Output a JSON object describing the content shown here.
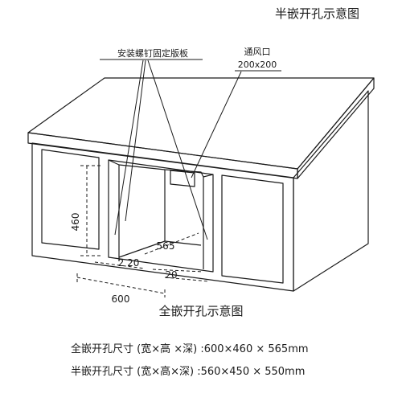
{
  "diagram": {
    "title_half": "半嵌开孔示意图",
    "title_full": "全嵌开孔示意图",
    "callout_board": "安装螺钉固定版板",
    "callout_vent_label": "通风口",
    "callout_vent_size": "200x200",
    "dim_height": "460",
    "dim_depth": "565",
    "dim_width": "600",
    "dim_small_a": "2 20",
    "dim_small_b": "20",
    "spec_full": "全嵌开孔尺寸 (宽×高 ×深) :600×460 × 565mm",
    "spec_half": "半嵌开孔尺寸 (宽×高×深) :560×450 × 550mm"
  },
  "colors": {
    "line": "#1a1a1a",
    "background": "#ffffff"
  }
}
